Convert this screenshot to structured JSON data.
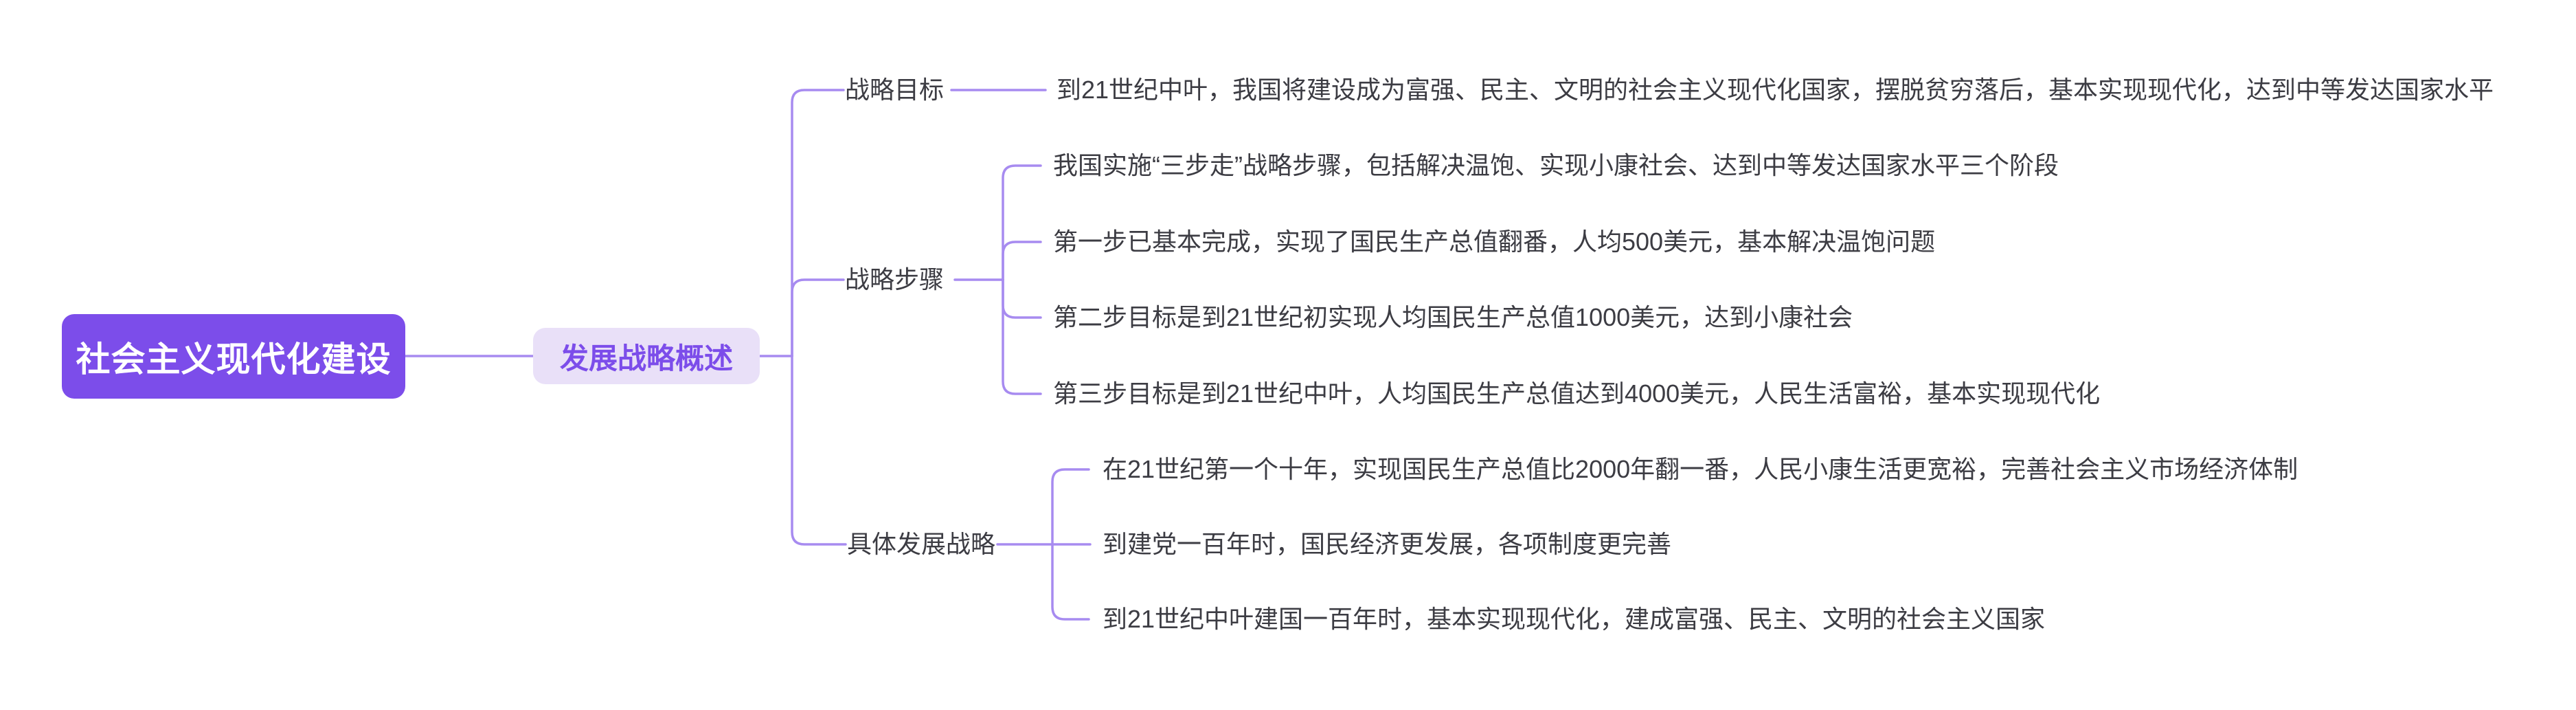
{
  "colors": {
    "root_bg": "#7C4DEA",
    "root_text": "#FFFFFF",
    "level2_bg": "#E9E0F8",
    "level2_text": "#7C4DEA",
    "connector": "#A78BF0",
    "body_text": "#3C3C43",
    "background": "#FFFFFF"
  },
  "mindmap": {
    "root": "社会主义现代化建设",
    "level2": "发展战略概述",
    "branches": [
      {
        "label": "战略目标",
        "leaves": [
          "到21世纪中叶，我国将建设成为富强、民主、文明的社会主义现代化国家，摆脱贫穷落后，基本实现现代化，达到中等发达国家水平"
        ]
      },
      {
        "label": "战略步骤",
        "leaves": [
          "我国实施“三步走”战略步骤，包括解决温饱、实现小康社会、达到中等发达国家水平三个阶段",
          "第一步已基本完成，实现了国民生产总值翻番，人均500美元，基本解决温饱问题",
          "第二步目标是到21世纪初实现人均国民生产总值1000美元，达到小康社会",
          "第三步目标是到21世纪中叶，人均国民生产总值达到4000美元，人民生活富裕，基本实现现代化"
        ]
      },
      {
        "label": "具体发展战略",
        "leaves": [
          "在21世纪第一个十年，实现国民生产总值比2000年翻一番，人民小康生活更宽裕，完善社会主义市场经济体制",
          "到建党一百年时，国民经济更发展，各项制度更完善",
          "到21世纪中叶建国一百年时，基本实现现代化，建成富强、民主、文明的社会主义国家"
        ]
      }
    ]
  }
}
